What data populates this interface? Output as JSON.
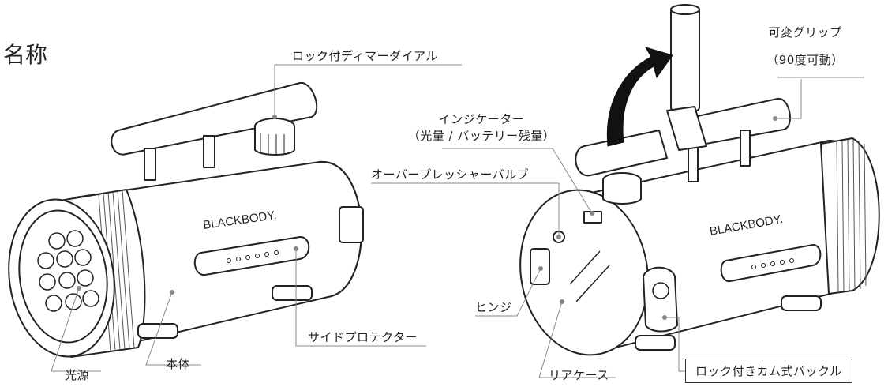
{
  "title": "名称",
  "labels": {
    "dimmer_dial": "ロック付ディマーダイアル",
    "indicator_line1": "インジケーター",
    "indicator_line2": "（光量 / バッテリー残量）",
    "pressure_valve": "オーバープレッシャーバルブ",
    "side_protector": "サイドプロテクター",
    "light_source": "光源",
    "body": "本体",
    "hinge": "ヒンジ",
    "rear_case": "リアケース",
    "cam_buckle": "ロック付きカム式バックル",
    "grip_line1": "可変グリップ",
    "grip_line2": "（90度可動）"
  },
  "brand_text": "BLACKBODY.",
  "colors": {
    "line": "#222222",
    "leader": "#888888",
    "fill": "#ffffff"
  }
}
